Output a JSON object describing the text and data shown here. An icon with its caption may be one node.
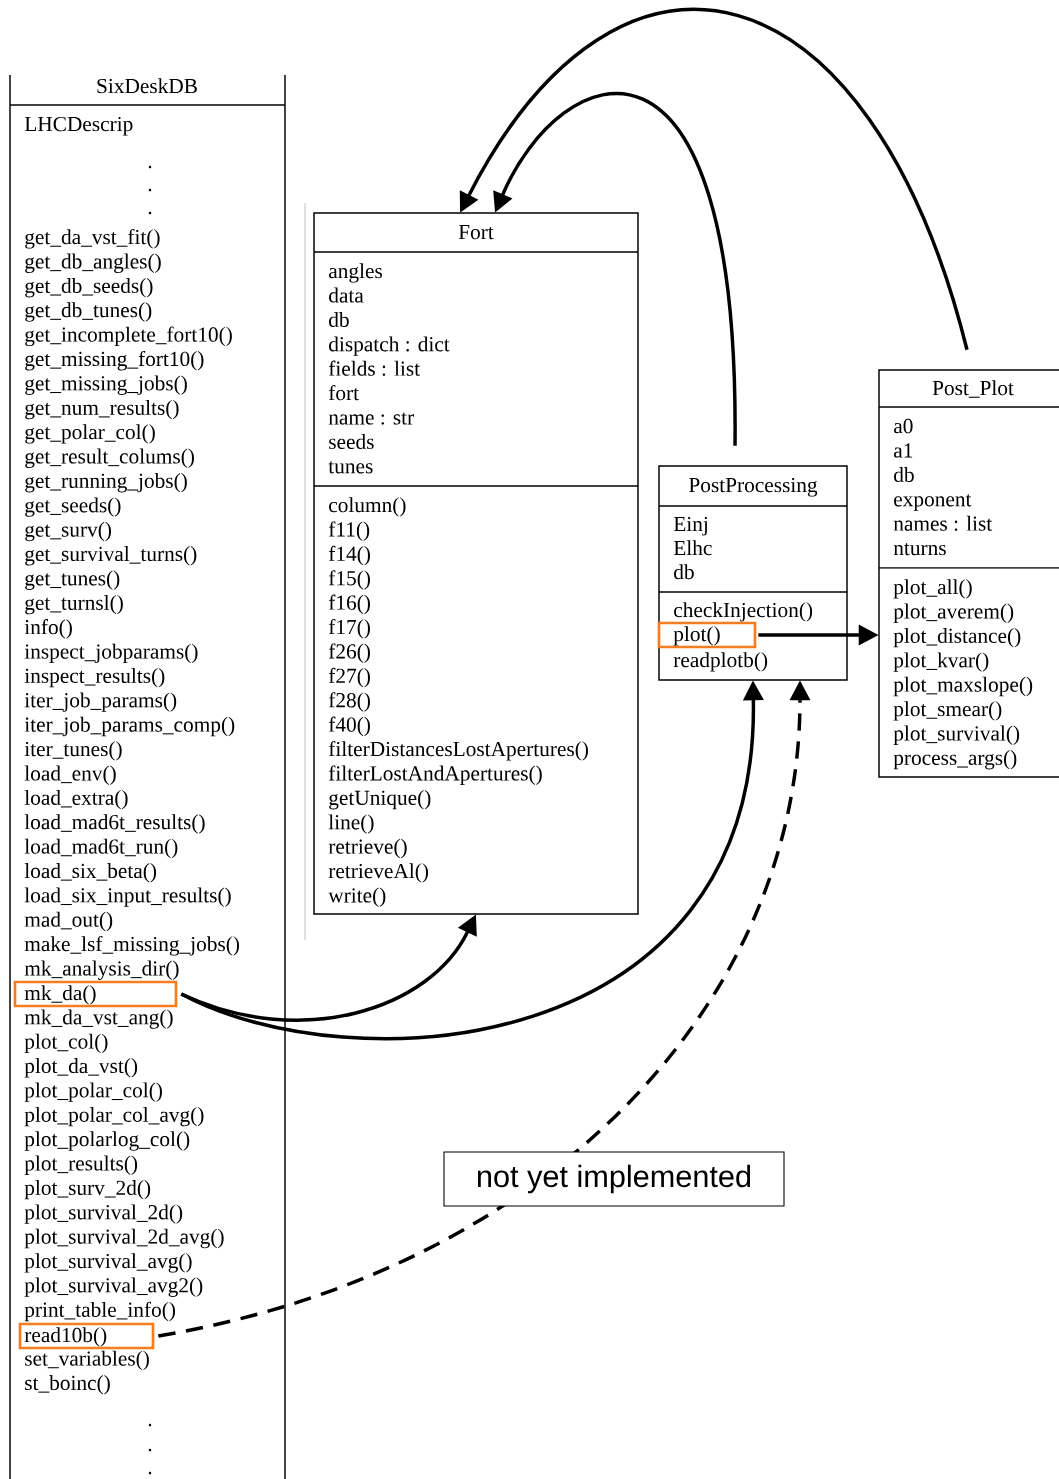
{
  "diagram": {
    "nodes": [
      {
        "text": [
          "SixDeskDB",
          "LHCDescrip",
          ".",
          ".",
          ".",
          "get_da_vst_fit()",
          "get_db_angles()",
          "get_db_seeds()",
          "get_db_tunes()",
          "get_incomplete_fort10()",
          "get_missing_fort10()",
          "get_missing_jobs()",
          "get_num_results()",
          "get_polar_col()",
          "get_result_colums()",
          "get_running_jobs()",
          "get_seeds()",
          "get_surv()",
          "get_survival_turns()",
          "get_tunes()",
          "get_turnsl()",
          "info()",
          "inspect_jobparams()",
          "inspect_results()",
          "iter_job_params()",
          "iter_job_params_comp()",
          "iter_tunes()",
          "load_env()",
          "load_extra()",
          "load_mad6t_results()",
          "load_mad6t_run()",
          "load_six_beta()",
          "load_six_input_results()",
          "mad_out()",
          "make_lsf_missing_jobs()",
          "mk_analysis_dir()",
          "mk_da_vst_ang()",
          "plot_col()",
          "plot_da_vst()",
          "plot_polar_col()",
          "plot_polar_col_avg()",
          "plot_polarlog_col()",
          "plot_results()",
          "plot_surv_2d()",
          "plot_survival_2d()",
          "plot_survival_2d_avg()",
          "plot_survival_avg()",
          "plot_survival_avg2()",
          "print_table_info()",
          "set_variables()",
          "st_boinc()",
          ".",
          ".",
          "."
        ]
      },
      {
        "text": [
          "mk_da()"
        ],
        "in": 0
      },
      {
        "text": [
          "read10b()"
        ],
        "in": 0
      },
      {
        "text": [
          "Fort",
          "angles",
          "data",
          "db",
          "dispatch : dict",
          "fields : list",
          "fort",
          "name : str",
          "seeds",
          "tunes",
          "column()",
          "f11()",
          "f14()",
          "f15()",
          "f16()",
          "f17()",
          "f26()",
          "f27()",
          "f28()",
          "f40()",
          "filterDistancesLostApertures()",
          "filterLostAndApertures()",
          "getUnique()",
          "line()",
          "retrieve()",
          "retrieveAl()",
          "write()"
        ]
      },
      {
        "text": [
          "PostProcessing",
          "Einj",
          "Elhc",
          "db",
          "checkInjection()",
          "readplotb()"
        ]
      },
      {
        "text": [
          "plot()"
        ],
        "in": 4
      },
      {
        "text": [
          "Post_Plot",
          "a0",
          "a1",
          "db",
          "exponent",
          "names : list",
          "nturns",
          "plot_all()",
          "plot_averem()",
          "plot_distance()",
          "plot_kvar()",
          "plot_maxslope()",
          "plot_smear()",
          "plot_survival()",
          "process_args()"
        ]
      }
    ],
    "edges": [
      {
        "from": 1,
        "to": 3,
        "arrow": "to"
      },
      {
        "from": 1,
        "to": 4,
        "arrow": "to"
      },
      {
        "from": 2,
        "to": 4,
        "arrow": "to",
        "style": "dashed",
        "label": "not yet implemented"
      },
      {
        "from": 5,
        "to": 6,
        "arrow": "to"
      },
      {
        "from": 4,
        "to": 3,
        "arrow": "to"
      },
      {
        "from": 6,
        "to": 3,
        "arrow": "to"
      }
    ]
  }
}
